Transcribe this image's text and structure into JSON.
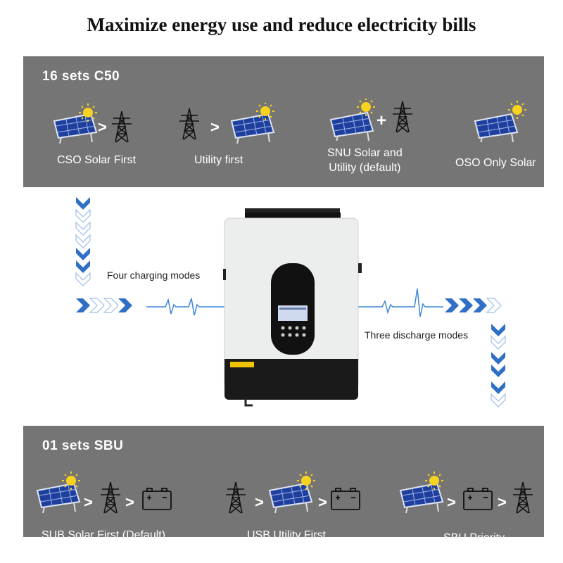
{
  "title": "Maximize energy use and reduce electricity bills",
  "charging_panel": {
    "title": "16 sets C50",
    "modes": [
      {
        "label": "CSO Solar First"
      },
      {
        "label": "Utility first"
      },
      {
        "label_line1": "SNU Solar and",
        "label_line2": "Utility (default)"
      },
      {
        "label": "OSO Only Solar"
      }
    ]
  },
  "discharge_panel": {
    "title": "01 sets SBU",
    "modes": [
      {
        "label": "SUB Solar First (Default)"
      },
      {
        "label": "USB Utility First"
      },
      {
        "label": "SBU Priority"
      }
    ]
  },
  "flow": {
    "charging_label": "Four charging modes",
    "discharge_label": "Three discharge modes"
  },
  "symbols": {
    "greater_than": ">",
    "plus": "+"
  },
  "colors": {
    "panel": "#757575",
    "arrow_blue": "#2f6fc6",
    "arrow_light": "#c9dcf3",
    "pulse": "#3b87d8",
    "sun": "#f7d21e"
  }
}
